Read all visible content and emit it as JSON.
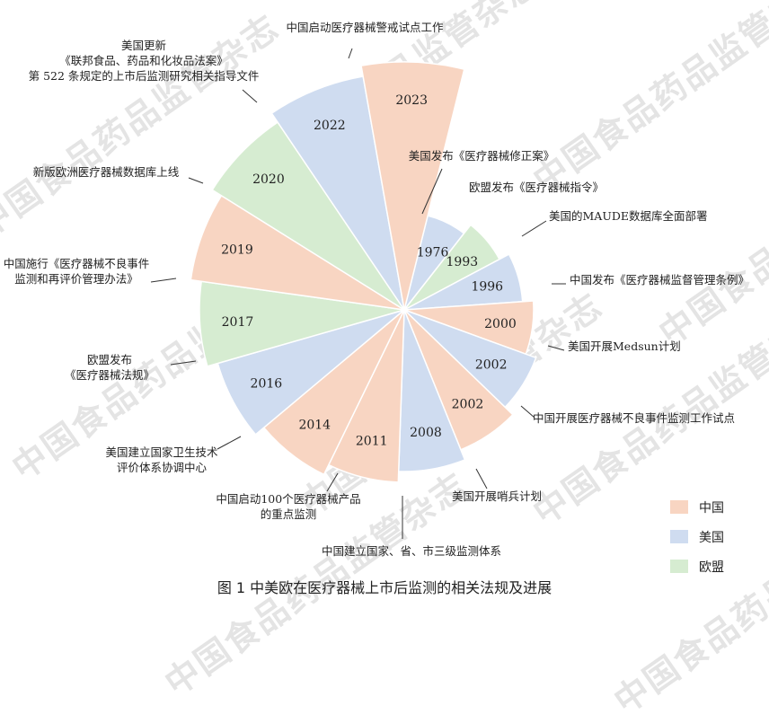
{
  "caption": "图 1 中美欧在医疗器械上市后监测的相关法规及进展",
  "watermark_text": "中国食品药品监管杂志",
  "colors": {
    "china": "#f8d5c2",
    "usa": "#cfdcf0",
    "eu": "#d6ecd1",
    "leader": "#333333"
  },
  "chart_data": {
    "type": "pie",
    "subtype": "nightingale-rose",
    "start_angle_deg": 14,
    "categories": [
      "1976",
      "1993",
      "1996",
      "2000",
      "2002",
      "2002",
      "2008",
      "2011",
      "2014",
      "2016",
      "2017",
      "2019",
      "2020",
      "2022",
      "2023"
    ],
    "values": [
      1,
      2,
      3,
      4,
      5,
      6,
      7,
      8,
      9,
      10,
      11,
      12,
      13,
      14,
      15
    ],
    "regions": [
      "usa",
      "eu",
      "usa",
      "china",
      "usa",
      "china",
      "usa",
      "china",
      "china",
      "usa",
      "eu",
      "china",
      "eu",
      "usa",
      "china"
    ],
    "descriptions": [
      "美国发布《医疗器械修正案》",
      "欧盟发布《医疗器械指令》",
      "美国的MAUDE数据库全面部署",
      "中国发布《医疗器械监督管理条例》",
      "美国开展Medsun计划",
      "中国开展医疗器械不良事件监测工作试点",
      "美国开展哨兵计划",
      "中国建立国家、省、市三级监测体系",
      "中国启动100个医疗器械产品的重点监测",
      "美国建立国家卫生技术评价体系协调中心",
      "欧盟发布《医疗器械法规》",
      "中国施行《医疗器械不良事件监测和再评价管理办法》",
      "新版欧洲医疗器械数据库上线",
      "美国更新《联邦食品、药品和化妆品法案》第 522 条规定的上市后监测研究相关指导文件",
      "中国启动医疗器械警戒试点工作"
    ],
    "legend": [
      {
        "key": "china",
        "label": "中国"
      },
      {
        "key": "usa",
        "label": "美国"
      },
      {
        "key": "eu",
        "label": "欧盟"
      }
    ]
  },
  "annotations": [
    {
      "lines": [
        "美国发布《医疗器械修正案》"
      ]
    },
    {
      "lines": [
        "欧盟发布《医疗器械指令》"
      ]
    },
    {
      "lines": [
        "美国的MAUDE数据库全面部署"
      ]
    },
    {
      "lines": [
        "中国发布《医疗器械监督管理条例》"
      ]
    },
    {
      "lines": [
        "美国开展Medsun计划"
      ]
    },
    {
      "lines": [
        "中国开展医疗器械不良事件监测工作试点"
      ]
    },
    {
      "lines": [
        "美国开展哨兵计划"
      ]
    },
    {
      "lines": [
        "中国建立国家、省、市三级监测体系"
      ]
    },
    {
      "lines": [
        "中国启动100个医疗器械产品",
        "的重点监测"
      ]
    },
    {
      "lines": [
        "美国建立国家卫生技术",
        "评价体系协调中心"
      ]
    },
    {
      "lines": [
        "欧盟发布",
        "《医疗器械法规》"
      ]
    },
    {
      "lines": [
        "中国施行《医疗器械不良事件",
        "监测和再评价管理办法》"
      ]
    },
    {
      "lines": [
        "新版欧洲医疗器械数据库上线"
      ]
    },
    {
      "lines": [
        "美国更新",
        "《联邦食品、药品和化妆品法案》",
        "第 522 条规定的上市后监测研究相关指导文件"
      ]
    },
    {
      "lines": [
        "中国启动医疗器械警戒试点工作"
      ]
    }
  ]
}
